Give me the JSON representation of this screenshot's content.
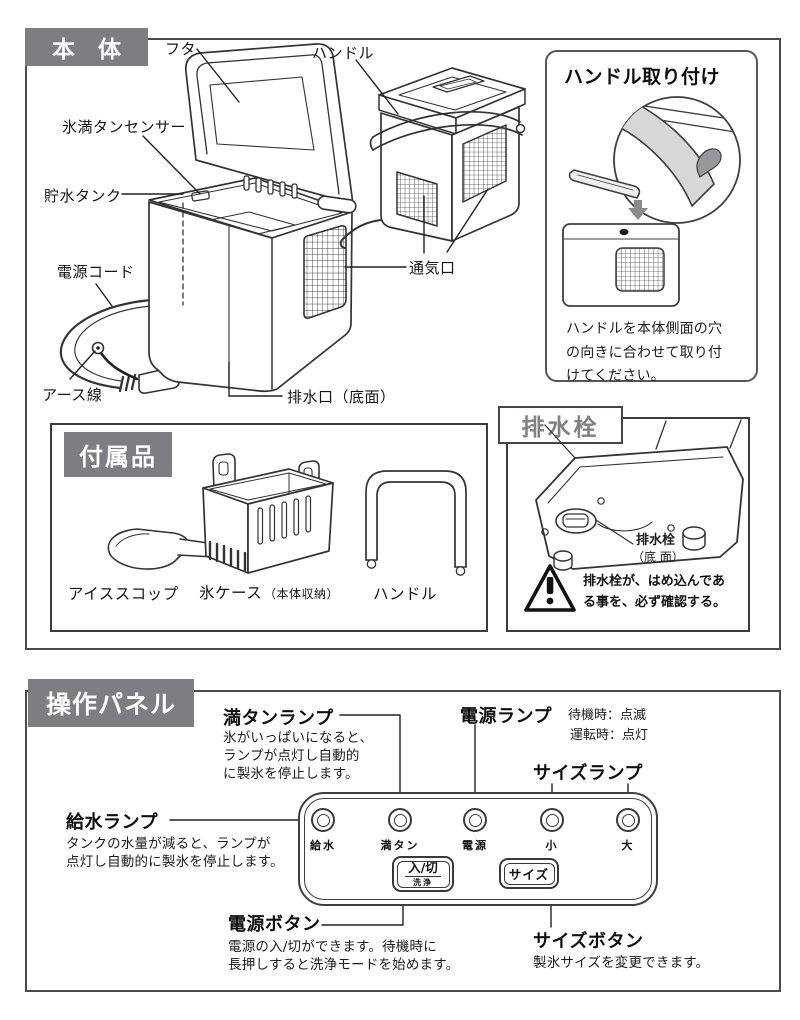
{
  "colors": {
    "header_bg": "#7d7d82",
    "header_text": "#ffffff",
    "line_color": "#3a3a3a",
    "box_border": "#4b4b4f",
    "handle_band_gray": "#d7d7d9",
    "arrow_gray": "#8b8b90",
    "drain_title_gray": "#808085"
  },
  "body_section": {
    "title": "本　体",
    "callouts": {
      "lid": "フタ",
      "handle": "ハンドル",
      "ice_full_sensor": "氷満タンセンサー",
      "water_tank": "貯水タンク",
      "power_cord": "電源コード",
      "earth_wire": "アース線",
      "drain_outlet": "排水口（底面）",
      "vent": "通気口"
    },
    "handle_attach": {
      "title": "ハンドル取り付け",
      "caption": "ハンドルを本体側面の穴\nの向きに合わせて取り付\nけてください。"
    },
    "accessories": {
      "title": "付属品",
      "scoop": "アイススコップ",
      "case": "氷ケース",
      "case_note": "（本体収納）",
      "handle": "ハンドル"
    },
    "drain": {
      "title": "排水栓",
      "part_label": "排水栓",
      "part_sub": "（底 面）",
      "warning": "排水栓が、はめ込んであ\nる事を、必ず確認する。"
    }
  },
  "panel_section": {
    "title": "操作パネル",
    "full_lamp": {
      "title": "満タンランプ",
      "desc": "氷がいっぱいになると、\nランプが点灯し自動的\nに製氷を停止します。"
    },
    "power_lamp": {
      "title": "電源ランプ",
      "standby": "待機時：点滅",
      "running": "運転時：点灯"
    },
    "size_lamp": {
      "title": "サイズランプ"
    },
    "water_lamp": {
      "title": "給水ランプ",
      "desc": "タンクの水量が減ると、ランプが\n点灯し自動的に製氷を停止します。"
    },
    "power_button": {
      "title": "電源ボタン",
      "desc": "電源の入/切ができます。待機時に\n長押しすると洗浄モードを始めます。"
    },
    "size_button": {
      "title": "サイズボタン",
      "desc": "製氷サイズを変更できます。"
    },
    "panel": {
      "lamps": [
        "給水",
        "満タン",
        "電源",
        "小",
        "大"
      ],
      "onoff_top": "入/切",
      "onoff_bottom": "洗浄",
      "size": "サイズ"
    }
  }
}
